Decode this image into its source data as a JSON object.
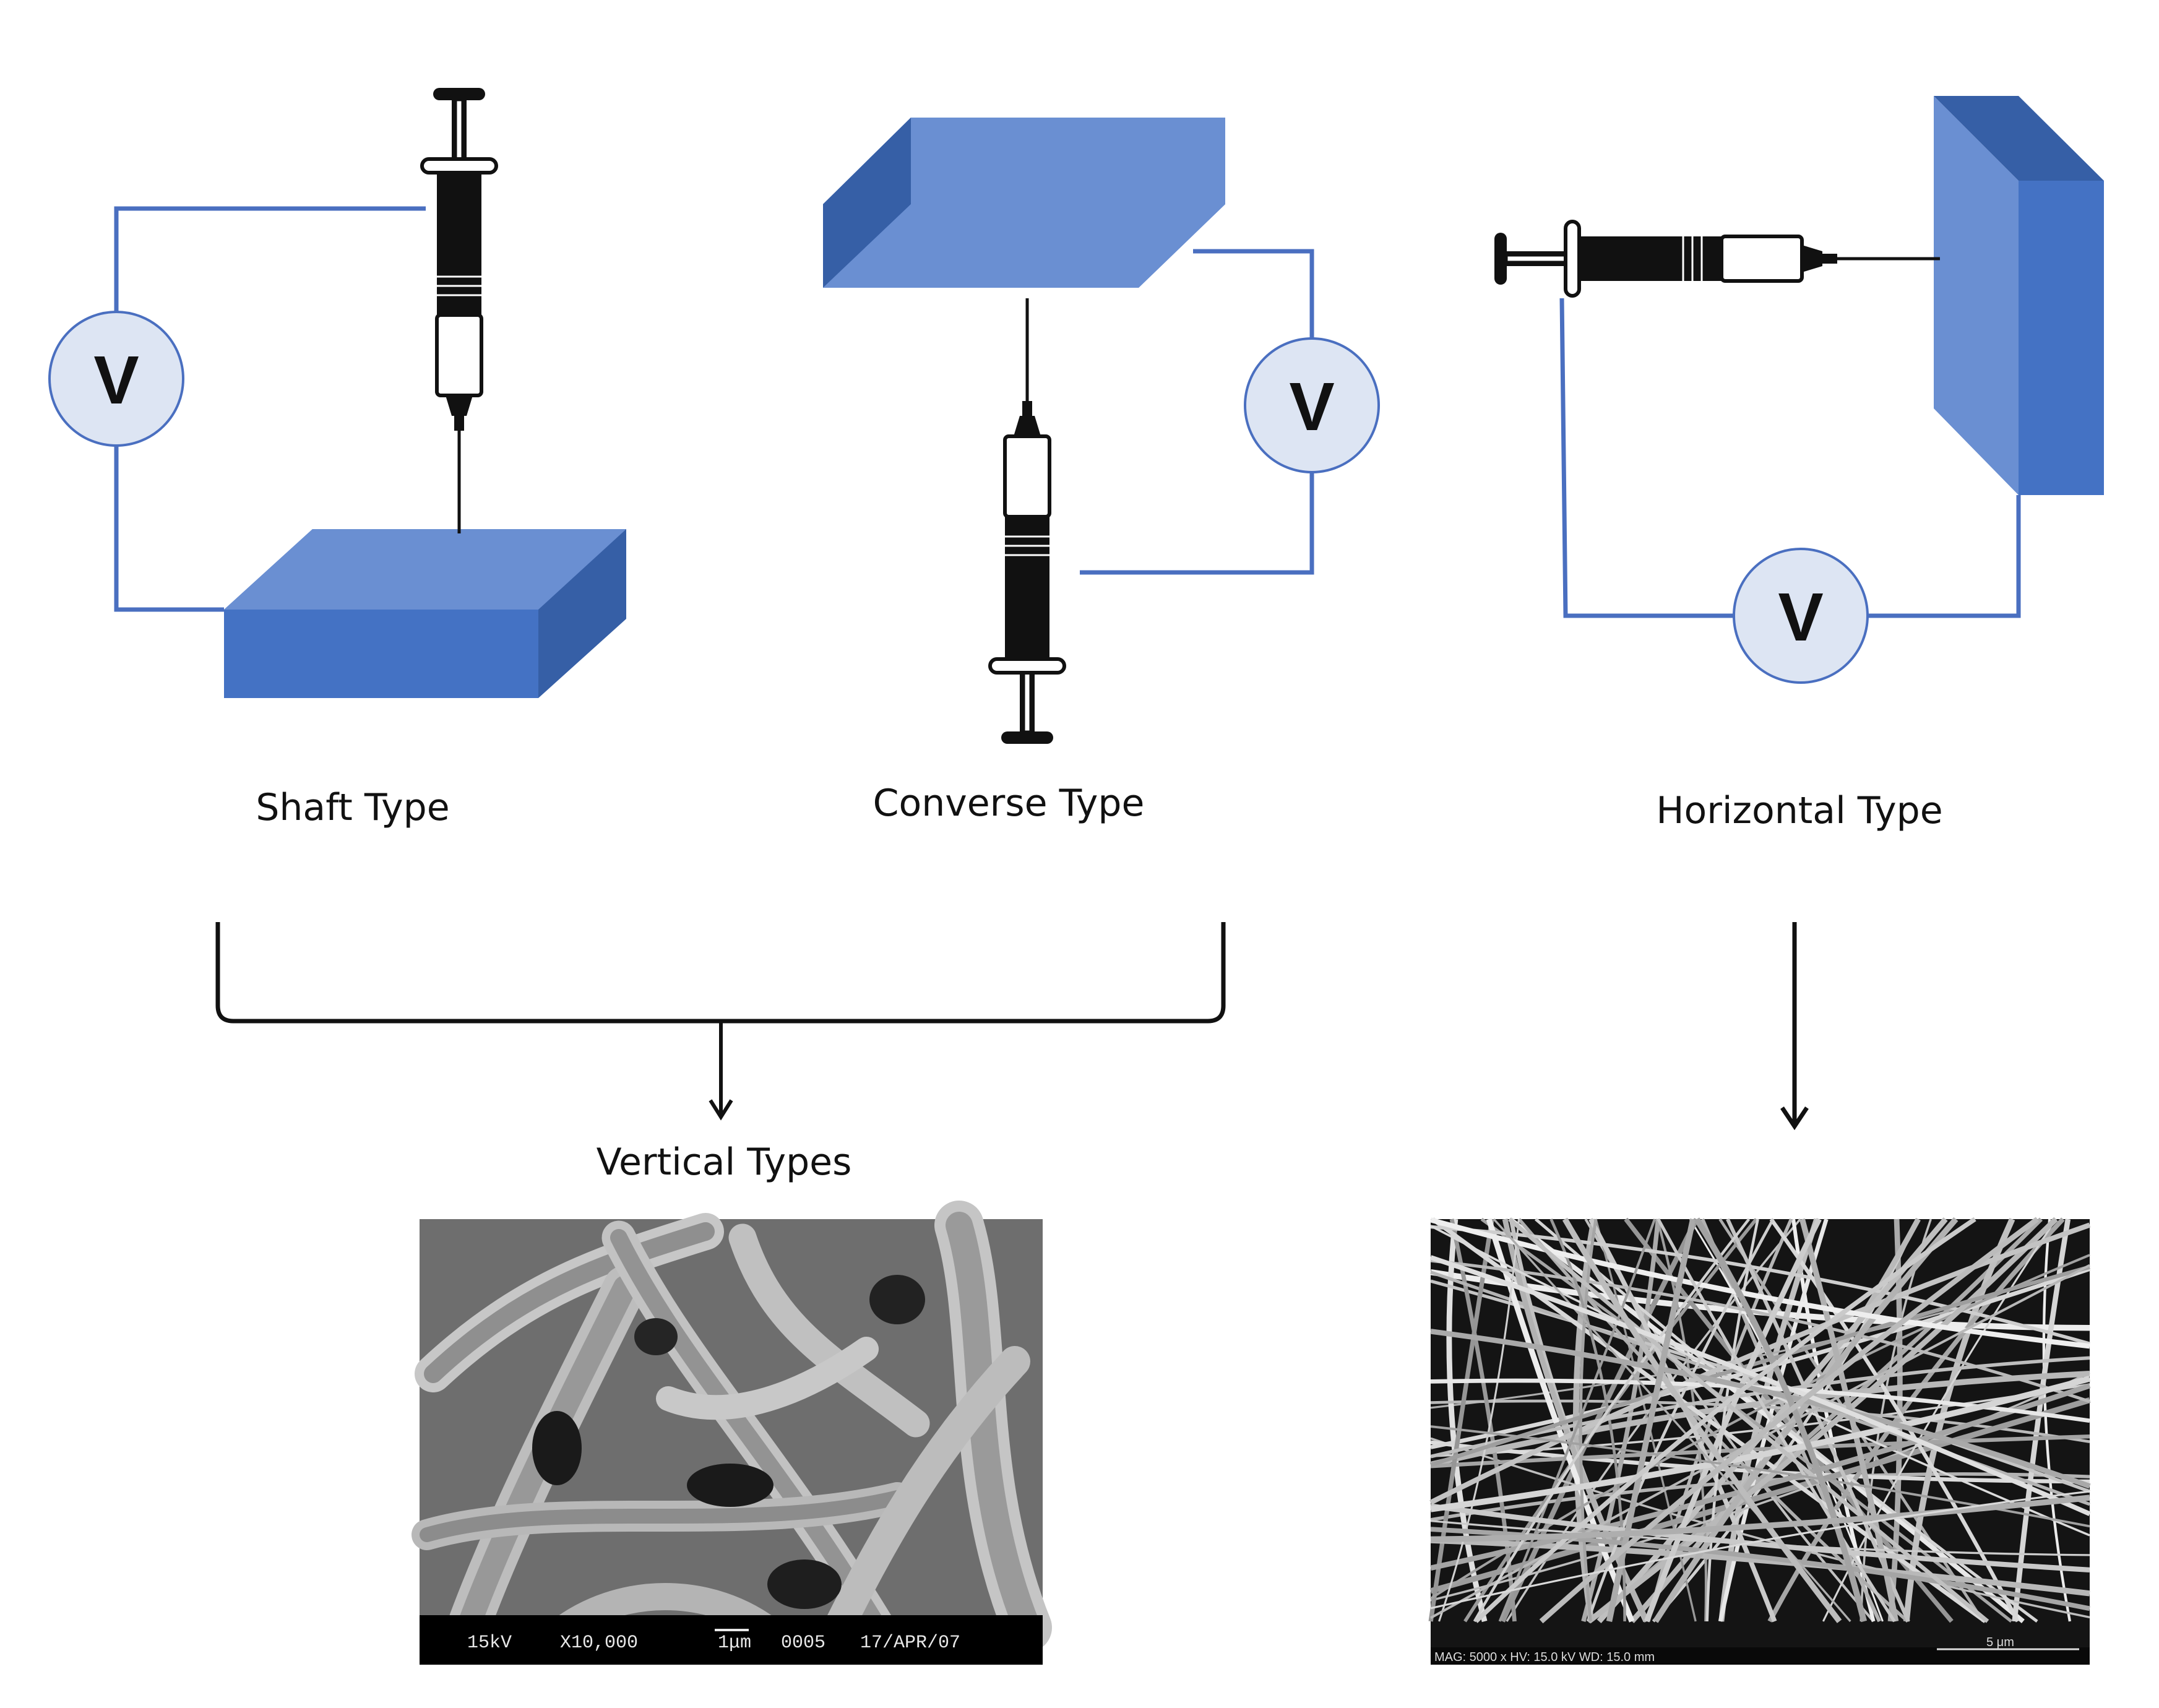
{
  "colors": {
    "block_front": "#4472c4",
    "block_top": "#6a8fd2",
    "block_side": "#365fa6",
    "wire": "#4a6fc0",
    "meter_fill": "#dde5f3",
    "ink": "#111111"
  },
  "meter_label": "V",
  "setups": {
    "shaft": {
      "label": "Shaft Type"
    },
    "converse": {
      "label": "Converse Type"
    },
    "horizontal": {
      "label": "Horizontal Type"
    }
  },
  "vertical_group_label": "Vertical Types",
  "sem_vertical": {
    "info": [
      "15kV",
      "X10,000",
      "1μm",
      "0005",
      "17/APR/07"
    ]
  },
  "sem_horizontal": {
    "info": "MAG: 5000 x  HV: 15.0 kV  WD: 15.0 mm",
    "scale": "5 μm"
  },
  "icons": [
    "syringe-icon",
    "voltmeter-icon",
    "collector-plate-icon"
  ]
}
